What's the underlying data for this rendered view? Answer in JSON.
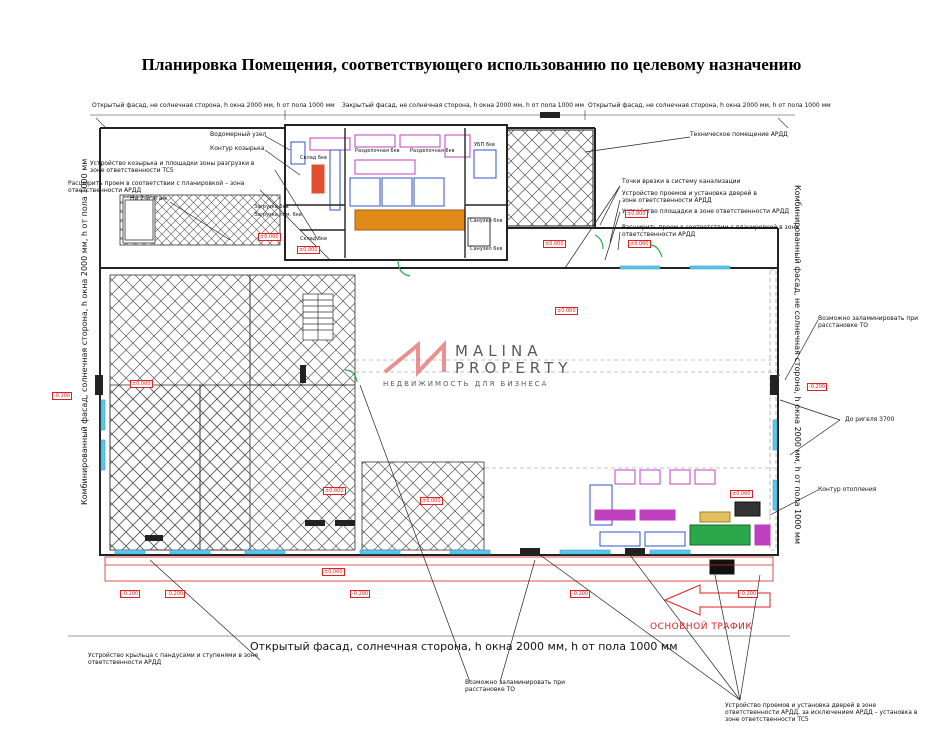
{
  "title": "Планировка Помещения, соответствующего использованию по целевому назначению",
  "facades": {
    "top_left": "Открытый фасад, не солнечная сторона, h окна 2000 мм, h от пола 1000 мм",
    "top_mid": "Закрытый фасад, не солнечная сторона, h окна 2000 мм, h от пола 1000 мм",
    "top_right": "Открытый фасад, не солнечная сторона, h окна 2000 мм, h от пола 1000 мм",
    "left": "Комбинированный фасад, солнечная сторона, h окна 2000 мм, h от пола 1000 мм",
    "right": "Комбинированный фасад, не солнечная сторона, h окна 2000 мм, h от пола 1000 мм",
    "bottom": "Открытый фасад, солнечная сторона, h окна 2000 мм, h от пола 1000 мм"
  },
  "callouts": {
    "water": "Водомерный узел",
    "canopy_contour": "Контур козырька",
    "canopy_device": "Устройство козырька и площадки зоны разгрузки в зоне ответственности TC5",
    "expand_opening": "Расширить проем в соответствии с планировкой – зона ответственности АРДД",
    "second_floor": "На 2-й этаж",
    "tech_room": "Техническое помещение АРДД",
    "sewer": "Точки врезки в систему канализации",
    "door_install": "Устройство проемов и установка дверей в зоне ответственности АРДД",
    "platform": "Устройство площадки в зоне ответственности АРДД",
    "expand_opening2": "Расширить проем в соответствии с планировкой в зоне ответственности АРДД",
    "tint_right": "Возможно заламинировать при расстановке ТО",
    "crossbar": "До ригеля 3700",
    "heating": "Контур отопления",
    "porch": "Устройство крыльца с пандусами и ступенями в зоне ответственности АРДД",
    "tint_bottom": "Возможно заламинировать при расстановке ТО",
    "door_install_bottom": "Устройство проемов и установка дверей в зоне ответственности АРДД, за исключением АРДД – установка в зоне ответственности TC5",
    "traffic": "ОСНОВНОЙ ТРАФИК"
  },
  "rooms": {
    "r1": "Склад 6кв",
    "r2": "Разделочная 6кв",
    "r3": "Разделочная 6кв",
    "r4": "УБП 6кв",
    "r5": "Загрузка 6кв",
    "r6": "Загрузка пом. 6кв",
    "r7": "Склад 6кв",
    "r8": "Санузел 6кв",
    "r9": "Санузел 6кв"
  },
  "level_marks": [
    "-0.200",
    "±0.000",
    "±0.000",
    "±0.000",
    "±0.000",
    "±0.000",
    "-0.200",
    "±0.000",
    "-0.200",
    "±0.000",
    "±0.000",
    "±0.000",
    "-0.200",
    "-0.200",
    "-0.200",
    "±0.000",
    "±0.000",
    "-0.200"
  ],
  "watermark": {
    "name_line1": "MALINA",
    "name_line2": "PROPERTY",
    "sub": "НЕДВИЖИМОСТЬ ДЛЯ БИЗНЕСА"
  },
  "colors": {
    "wall": "#222222",
    "hatch": "#555555",
    "accent_red": "#d22222",
    "window": "#5bc6e8",
    "fixture_blue": "#3050d0",
    "fixture_magenta": "#c03fbf",
    "fixture_orange": "#e08a1a",
    "fixture_green": "#2aa84a"
  }
}
